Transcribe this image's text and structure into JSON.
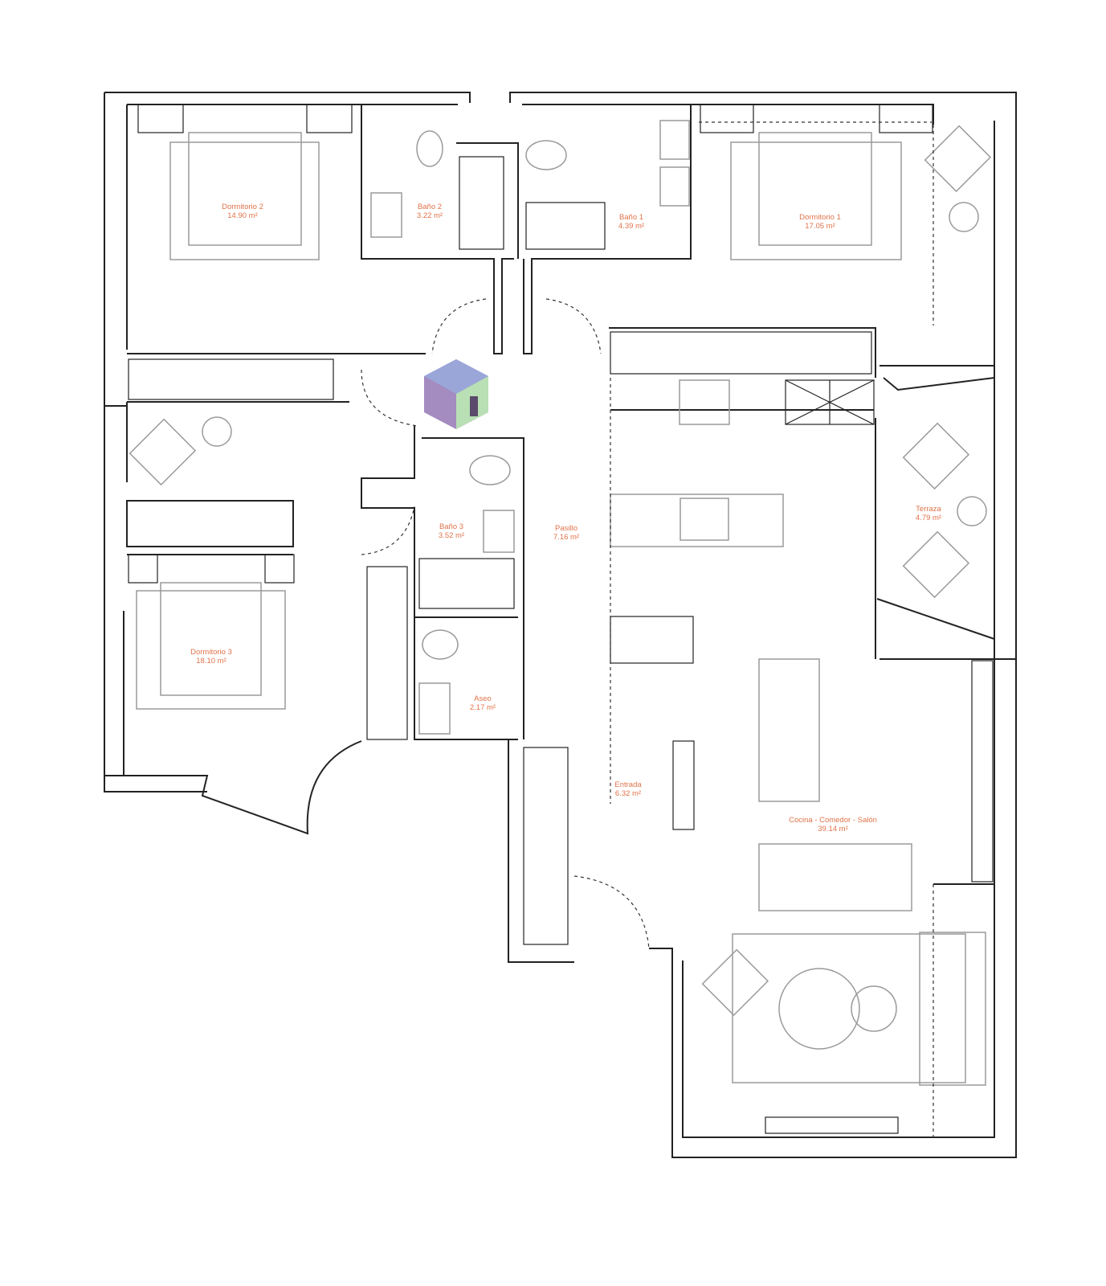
{
  "plan": {
    "rooms": [
      {
        "name": "Dormitorio 2",
        "area": "14.90 m²"
      },
      {
        "name": "Baño 2",
        "area": "3.22 m²"
      },
      {
        "name": "Baño 1",
        "area": "4.39 m²"
      },
      {
        "name": "Dormitorio 1",
        "area": "17.05 m²"
      },
      {
        "name": "Pasillo",
        "area": "7.16 m²"
      },
      {
        "name": "Baño 3",
        "area": "3.52 m²"
      },
      {
        "name": "Terraza",
        "area": "4.79 m²"
      },
      {
        "name": "Dormitorio 3",
        "area": "18.10 m²"
      },
      {
        "name": "Aseo",
        "area": "2.17 m²"
      },
      {
        "name": "Entrada",
        "area": "6.32 m²"
      },
      {
        "name": "Cocina - Comedor - Salón",
        "area": "39.14 m²"
      }
    ],
    "colors": {
      "label": "#e0734a",
      "wall": "#222222",
      "furniture": "#9a9a9a"
    }
  }
}
